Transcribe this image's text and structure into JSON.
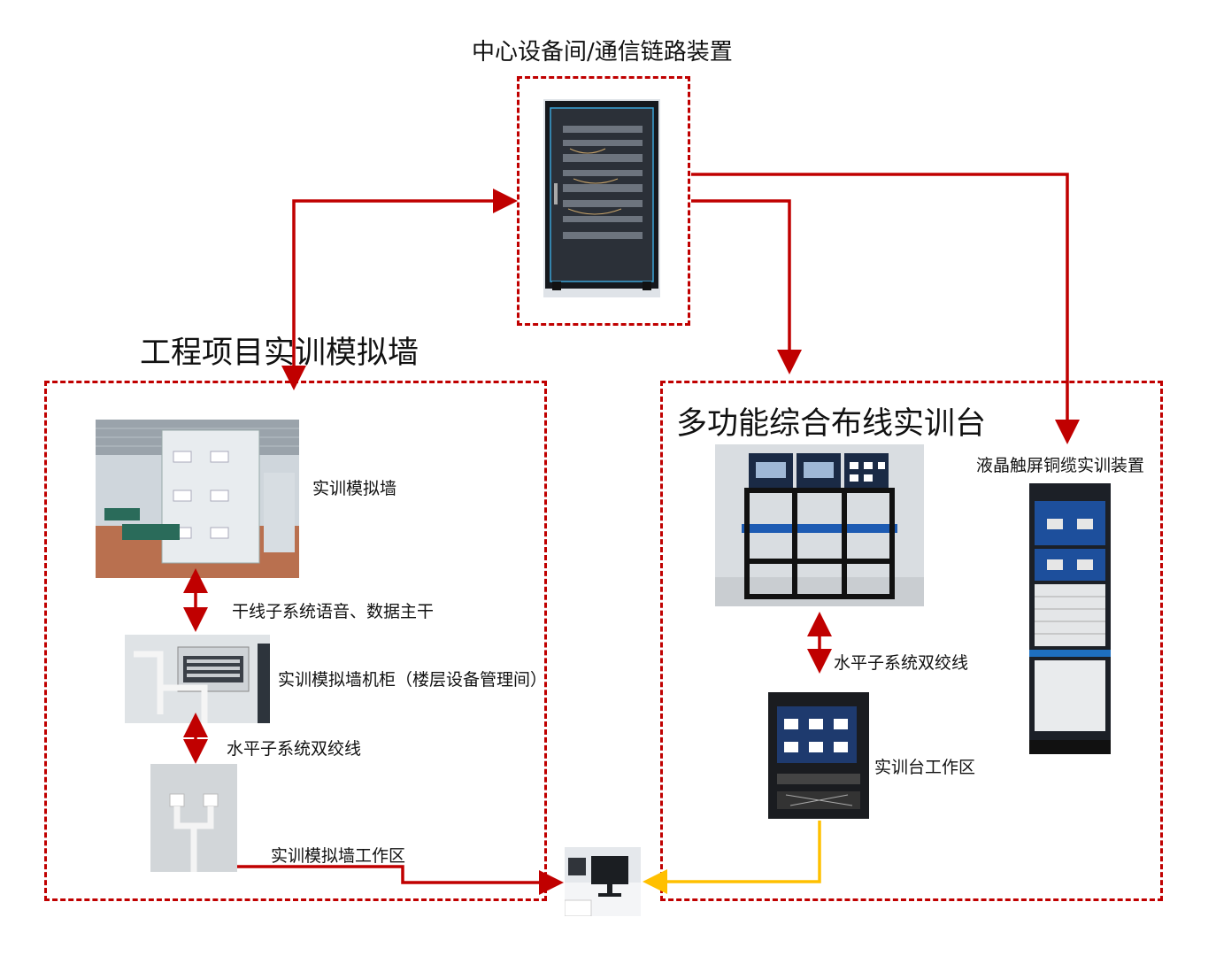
{
  "center": {
    "title": "中心设备间/通信链路装置"
  },
  "wall_zone": {
    "title": "工程项目实训模拟墙",
    "wall_label": "实训模拟墙",
    "backbone_label": "干线子系统语音、数据主干",
    "cabinet_label": "实训模拟墙机柜（楼层设备管理间）",
    "horizontal_label": "水平子系统双绞线",
    "workarea_label": "实训模拟墙工作区"
  },
  "bench_zone": {
    "title": "多功能综合布线实训台",
    "horizontal_label": "水平子系统双绞线",
    "workarea_label": "实训台工作区",
    "lcd_label": "液晶触屏铜缆实训装置"
  },
  "colors": {
    "zone_border": "#c00000",
    "red_link": "#c00000",
    "yellow_link": "#ffc000"
  }
}
